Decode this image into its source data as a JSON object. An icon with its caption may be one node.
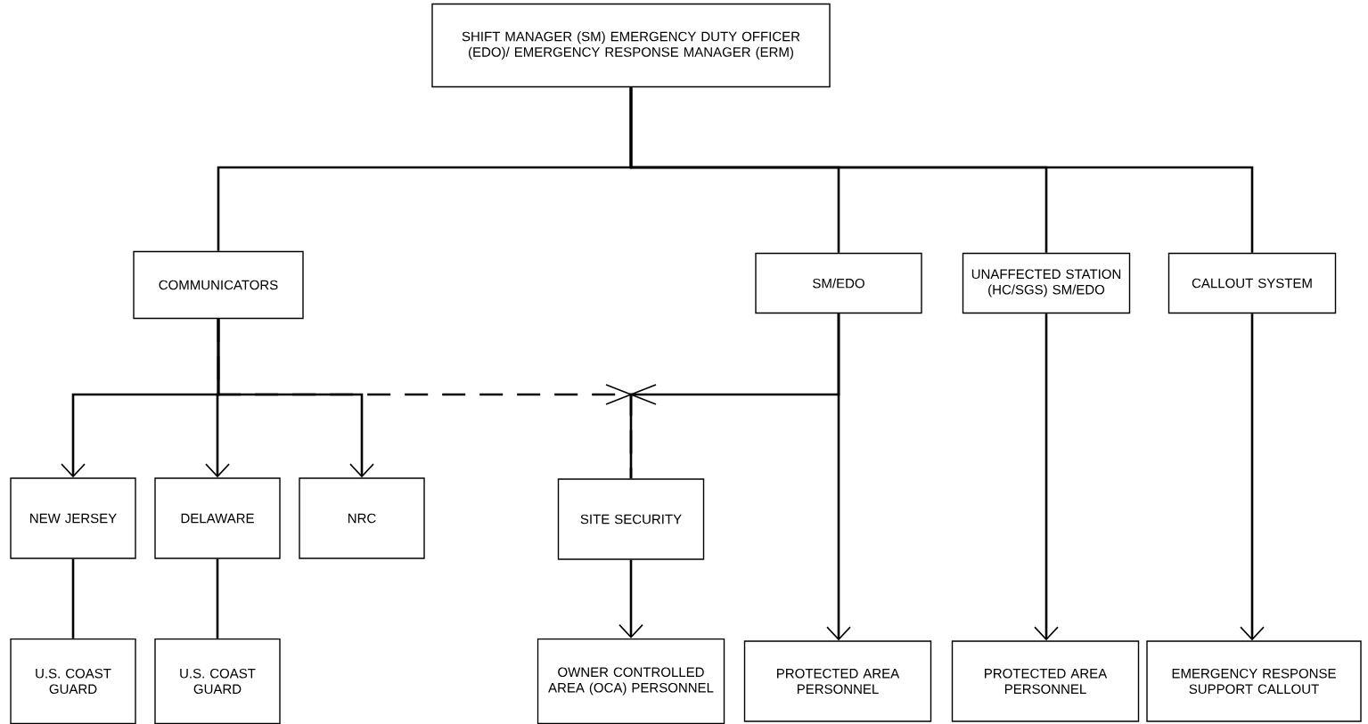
{
  "diagram": {
    "nodes": [
      {
        "text": [
          "SHIFT MANAGER (SM) EMERGENCY DUTY OFFICER (EDO)/ EMERGENCY RESPONSE MANAGER (ERM)"
        ]
      },
      {
        "text": [
          "COMMUNICATORS"
        ]
      },
      {
        "text": [
          "SM/EDO"
        ]
      },
      {
        "text": [
          "UNAFFECTED STATION (HC/SGS) SM/EDO"
        ]
      },
      {
        "text": [
          "CALLOUT SYSTEM"
        ]
      },
      {
        "text": [
          "NEW JERSEY"
        ]
      },
      {
        "text": [
          "DELAWARE"
        ]
      },
      {
        "text": [
          "NRC"
        ]
      },
      {
        "text": [
          "SITE SECURITY"
        ]
      },
      {
        "text": [
          "U.S. COAST GUARD"
        ]
      },
      {
        "text": [
          "U.S. COAST GUARD"
        ]
      },
      {
        "text": [
          "OWNER CONTROLLED AREA (OCA) PERSONNEL"
        ]
      },
      {
        "text": [
          "PROTECTED AREA PERSONNEL"
        ]
      },
      {
        "text": [
          "PROTECTED AREA PERSONNEL"
        ]
      },
      {
        "text": [
          "EMERGENCY RESPONSE SUPPORT CALLOUT"
        ]
      }
    ],
    "edges": [
      {
        "from": 0,
        "to": 1,
        "arrow": "none"
      },
      {
        "from": 0,
        "to": 2,
        "arrow": "none"
      },
      {
        "from": 0,
        "to": 3,
        "arrow": "none"
      },
      {
        "from": 0,
        "to": 4,
        "arrow": "none"
      },
      {
        "from": 1,
        "to": 5,
        "arrow": "to"
      },
      {
        "from": 1,
        "to": 6,
        "arrow": "to"
      },
      {
        "from": 1,
        "to": 7,
        "arrow": "to"
      },
      {
        "from": 1,
        "to": 8,
        "arrow": "none",
        "style": "dashed"
      },
      {
        "from": 2,
        "to": 8,
        "arrow": "none"
      },
      {
        "from": 2,
        "to": 12,
        "arrow": "to"
      },
      {
        "from": 3,
        "to": 13,
        "arrow": "to"
      },
      {
        "from": 4,
        "to": 14,
        "arrow": "to"
      },
      {
        "from": 5,
        "to": 9,
        "arrow": "none"
      },
      {
        "from": 6,
        "to": 10,
        "arrow": "none"
      },
      {
        "from": 8,
        "to": 11,
        "arrow": "to"
      }
    ]
  }
}
